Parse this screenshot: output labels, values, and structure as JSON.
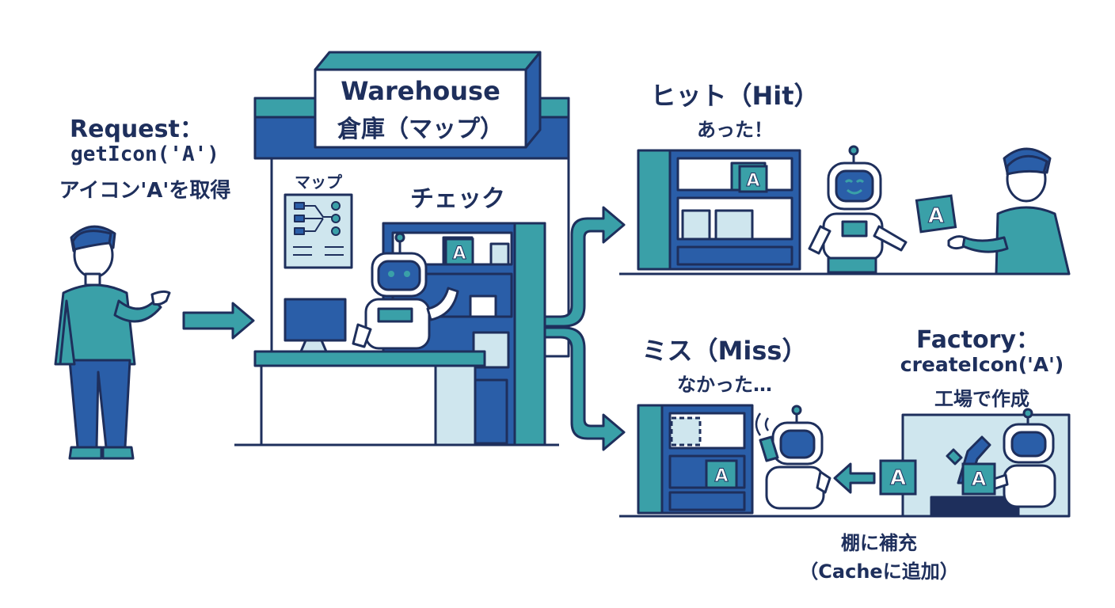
{
  "request": {
    "title": "Request：",
    "code": "getIcon('A')",
    "desc": "アイコン'A'を取得"
  },
  "warehouse": {
    "title_en": "Warehouse",
    "title_ja": "倉庫（マップ）",
    "map_label": "マップ",
    "check_label": "チェック"
  },
  "hit": {
    "title": "ヒット（Hit）",
    "subtitle": "あった！"
  },
  "miss": {
    "title": "ミス（Miss）",
    "subtitle": "なかった…"
  },
  "factory": {
    "title": "Factory：",
    "code": "createIcon('A')",
    "desc": "工場で作成"
  },
  "refill": {
    "line1": "棚に補充",
    "line2": "（Cacheに追加）"
  },
  "icon_letter": "A",
  "colors": {
    "navy": "#1e2f5c",
    "blue": "#2a5ea8",
    "teal": "#3aa0a8",
    "light": "#cfe6ee",
    "paper": "#ffffff"
  }
}
